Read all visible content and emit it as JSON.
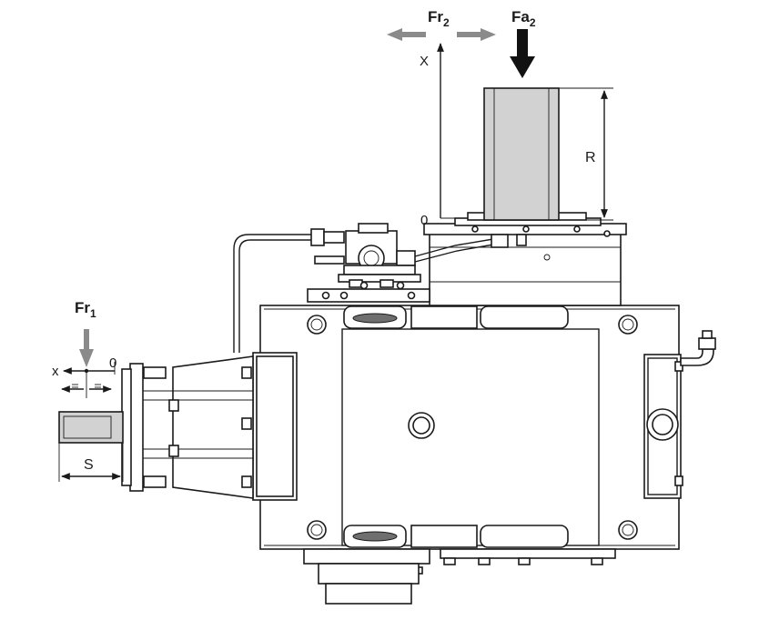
{
  "labels": {
    "fr2": {
      "main": "Fr",
      "sub": "2"
    },
    "fa2": {
      "main": "Fa",
      "sub": "2"
    },
    "fr1": {
      "main": "Fr",
      "sub": "1"
    },
    "x_top": "X",
    "zero_top": "0",
    "r": "R",
    "x_left": "x",
    "zero_left": "0",
    "s": "S"
  },
  "colors": {
    "line": "#1a1a1a",
    "shaft_shade": "#d2d2d2",
    "arrow_gray": "#8a8a8a",
    "arrow_black": "#111111"
  }
}
